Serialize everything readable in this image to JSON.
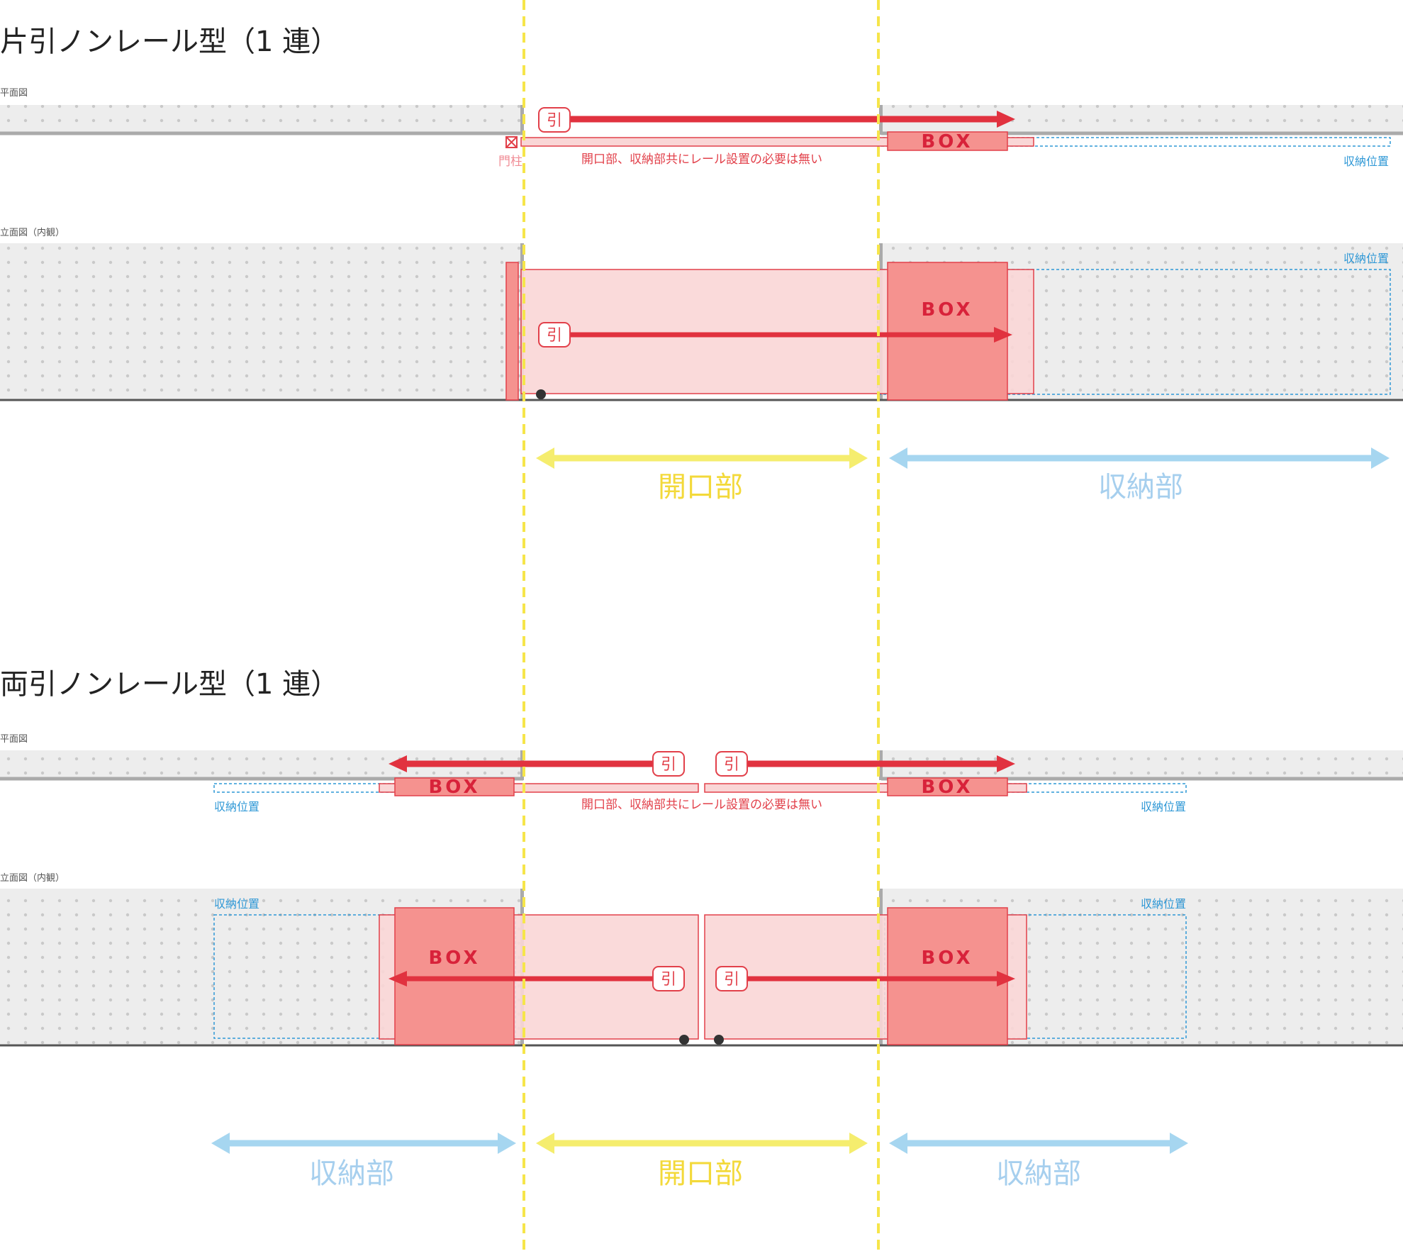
{
  "section1": {
    "title": "片引ノンレール型（1 連）",
    "plan_label": "平面図",
    "elev_label": "立面図（内観）",
    "pillar_label": "門柱",
    "note": "開口部、収納部共にレール設置の必要は無い",
    "storage_pos_label": "収納位置",
    "storage_pos_label_elev": "収納位置",
    "pull_plan": "引",
    "pull_elev": "引",
    "box_plan": "BOX",
    "box_elev": "BOX",
    "dim_opening": "開口部",
    "dim_storage": "収納部"
  },
  "section2": {
    "title": "両引ノンレール型（1 連）",
    "plan_label": "平面図",
    "elev_label": "立面図（内観）",
    "note": "開口部、収納部共にレール設置の必要は無い",
    "storage_left_plan": "収納位置",
    "storage_right_plan": "収納位置",
    "storage_left_elev": "収納位置",
    "storage_right_elev": "収納位置",
    "pull_plan_left": "引",
    "pull_plan_right": "引",
    "pull_elev_left": "引",
    "pull_elev_right": "引",
    "box_plan_left": "BOX",
    "box_plan_right": "BOX",
    "box_elev_left": "BOX",
    "box_elev_right": "BOX",
    "dim_storage_left": "収納部",
    "dim_opening": "開口部",
    "dim_storage_right": "収納部"
  },
  "colors": {
    "wall_fill": "#ededed",
    "wall_dot": "#c9c9c9",
    "floor_line": "#555555",
    "guide_dashed": "#f6e54a",
    "arrow_red": "#e1323f",
    "gate_fill": "#f9d6d6",
    "gate_border": "#e2404a",
    "box_fill": "#f5928f",
    "storage_dash": "#2f98d6",
    "opening_dim": "#f5ed6e",
    "storage_dim": "#a6d6f0"
  }
}
